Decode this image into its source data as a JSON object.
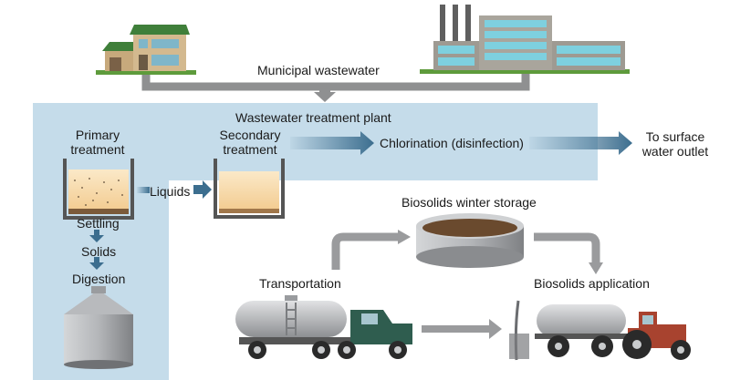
{
  "labels": {
    "municipal": "Municipal wastewater",
    "plant": "Wastewater treatment plant",
    "primary": "Primary treatment",
    "secondary": "Secondary treatment",
    "liquids": "Liquids",
    "chlorination": "Chlorination (disinfection)",
    "outlet": "To surface water outlet",
    "settling": "Settling",
    "solids": "Solids",
    "digestion": "Digestion",
    "storage": "Biosolids winter storage",
    "transportation": "Transportation",
    "application": "Biosolids application"
  },
  "colors": {
    "plant_bg": "#c5dcea",
    "pipe": "#8f9091",
    "arrow_blue": "#3c6e8f",
    "grass": "#5e9b3c",
    "tank": "#a9abae",
    "truck_cab": "#2f5d4f",
    "tractor": "#a8432f",
    "sludge": "#f6d9a8"
  },
  "icons": [
    "house-icon",
    "factory-icon",
    "settling-tank-icon",
    "digester-tank-icon",
    "storage-tank-icon",
    "tanker-truck-icon",
    "tractor-spreader-icon"
  ]
}
